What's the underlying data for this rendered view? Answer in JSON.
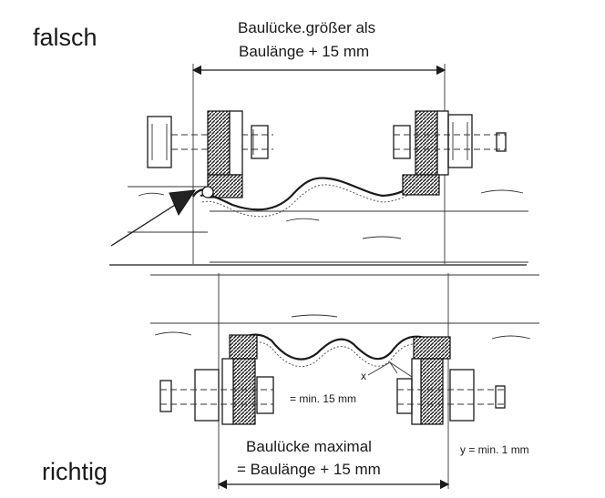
{
  "labels": {
    "wrong": "falsch",
    "right": "richtig",
    "top_gap_line1": "Baulücke.größer als",
    "top_gap_line2": "Baulänge + 15 mm",
    "bottom_gap_line1": "Baulücke maximal",
    "bottom_gap_line2": "= Baulänge + 15 mm",
    "x_marker": "x",
    "x_value": "= min. 15 mm",
    "y_value": "y = min. 1 mm"
  },
  "colors": {
    "ink": "#1a1a1a",
    "background": "#ffffff"
  }
}
